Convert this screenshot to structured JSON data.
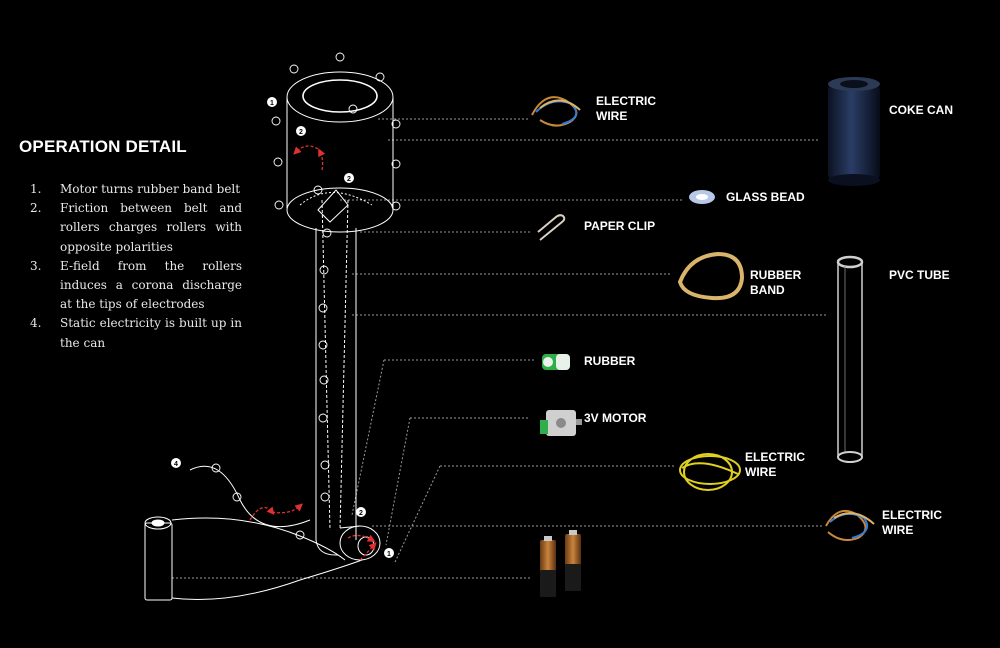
{
  "heading": "OPERATION DETAIL",
  "steps": [
    {
      "num": "1.",
      "text": "Motor turns rubber band belt"
    },
    {
      "num": "2.",
      "text": "Friction between belt and rollers charges rollers with opposite polarities"
    },
    {
      "num": "3.",
      "text": "E-field from the rollers induces a corona discharge at the tips of electrodes"
    },
    {
      "num": "4.",
      "text": "Static electricity is built up in the can"
    }
  ],
  "components": [
    {
      "line1": "ELECTRIC",
      "line2": "WIRE"
    },
    {
      "line1": "COKE CAN",
      "line2": ""
    },
    {
      "line1": "GLASS BEAD",
      "line2": ""
    },
    {
      "line1": "PAPER CLIP",
      "line2": ""
    },
    {
      "line1": "RUBBER",
      "line2": "BAND"
    },
    {
      "line1": "PVC TUBE",
      "line2": ""
    },
    {
      "line1": "RUBBER",
      "line2": ""
    },
    {
      "line1": "3V MOTOR",
      "line2": ""
    },
    {
      "line1": "ELECTRIC",
      "line2": "WIRE"
    },
    {
      "line1": "ELECTRIC",
      "line2": "WIRE"
    }
  ],
  "callouts": [
    "1",
    "2",
    "2",
    "4",
    "2",
    "1"
  ],
  "colors": {
    "background": "#000000",
    "line": "#ffffff",
    "leader": "#9a9a9a",
    "arrow": "#e03030",
    "copper": "#c88a3a",
    "blue_wire": "#3a7bd5",
    "yellow_wire": "#e0d020",
    "can": "#1a2440",
    "band": "#d9b46a",
    "motor_green": "#2fae4a",
    "battery": "#b86a2a"
  }
}
